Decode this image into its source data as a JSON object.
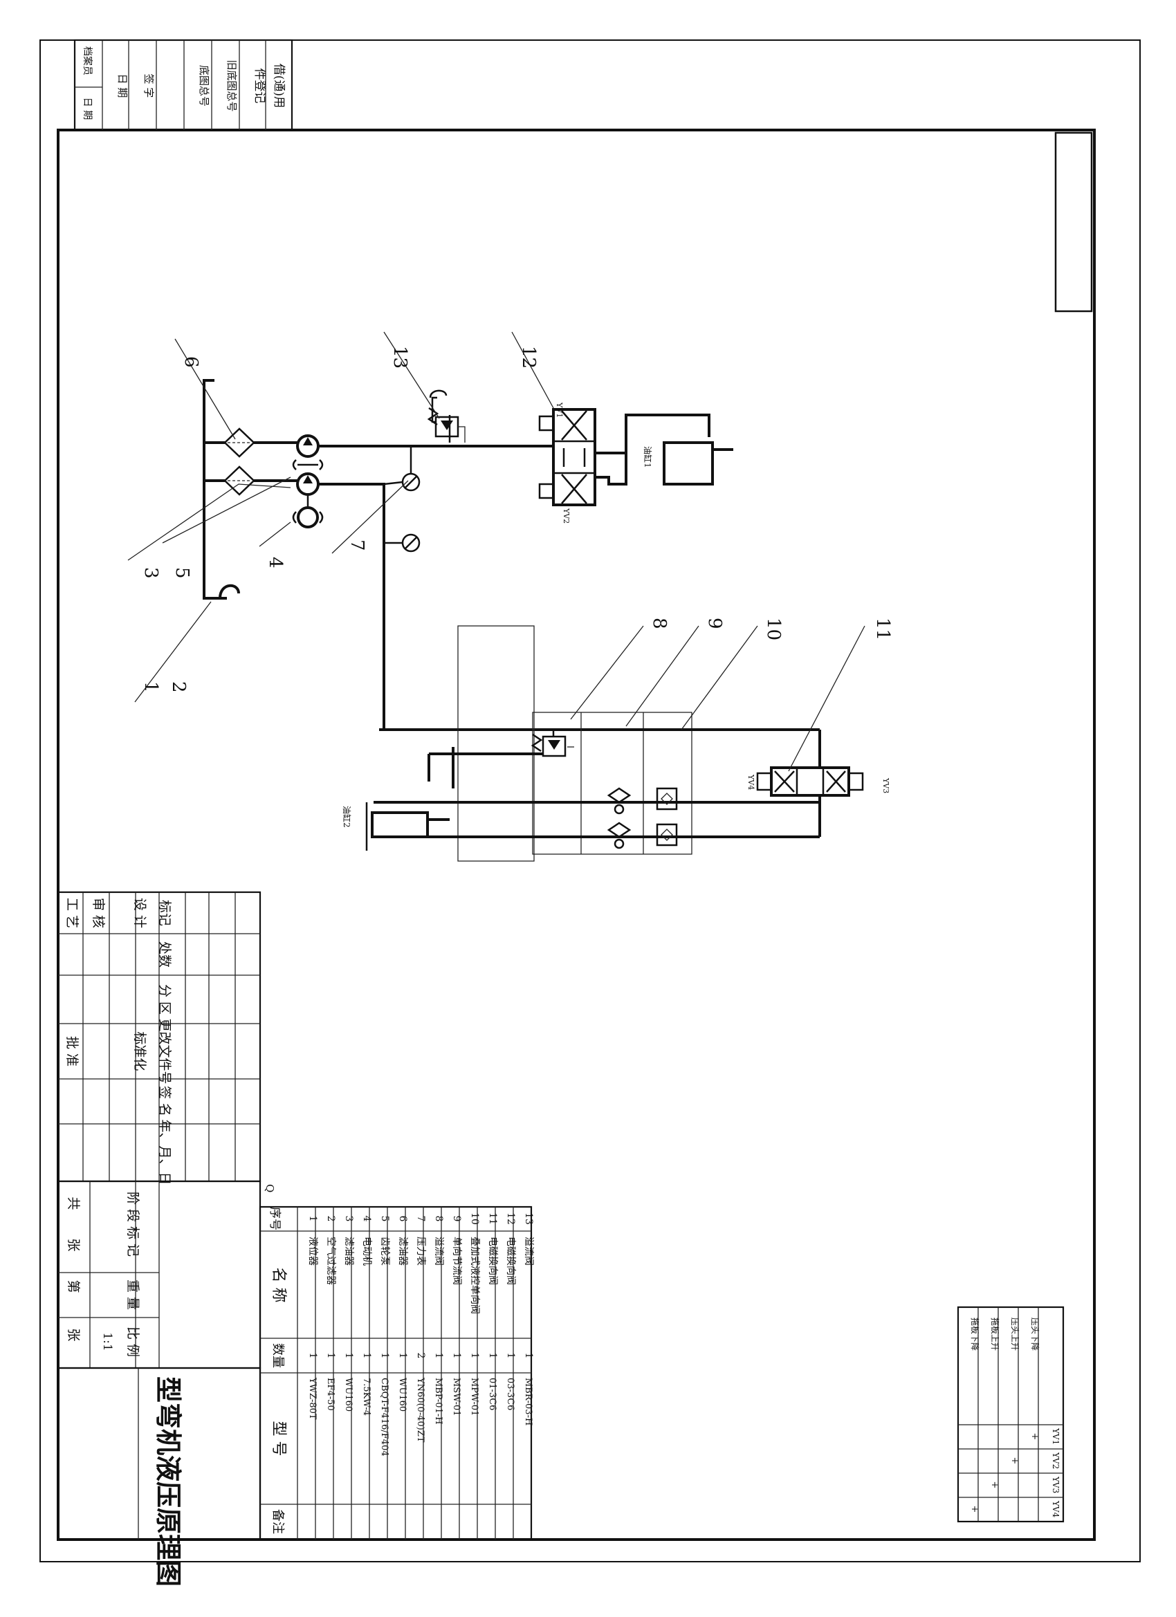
{
  "drawing": {
    "title": "型弯机液压原理图",
    "scale": "1:1",
    "page_mark": "Q"
  },
  "side_strip": {
    "labels": [
      "借(通)用",
      "件登记",
      "旧底图总号",
      "底图总号",
      "签 字",
      "日 期",
      "档案员",
      "日 期"
    ]
  },
  "callouts": [
    "1",
    "2",
    "3",
    "4",
    "5",
    "6",
    "7",
    "8",
    "9",
    "10",
    "11",
    "12",
    "13"
  ],
  "components": {
    "cylinder1_label": "油缸1",
    "cylinder2_label": "油缸2",
    "solenoids": [
      "YV1",
      "YV2",
      "YV3",
      "YV4"
    ]
  },
  "title_block": {
    "headers": [
      "标记",
      "处数",
      "分 区",
      "更改文件号",
      "签 名",
      "年、月、日"
    ],
    "rows": [
      "设 计",
      "审 核",
      "工 艺"
    ],
    "standardization": "标准化",
    "approve": "批 准",
    "stage_mark": "阶 段 标 记",
    "weight": "重 量",
    "ratio": "比 例",
    "sheets_total": "共",
    "sheets_unit": "张",
    "sheet_no": "第",
    "sheet_unit": "张"
  },
  "parts_list": {
    "headers": {
      "no": "序号",
      "name": "名 称",
      "qty": "数量",
      "model": "型 号",
      "remark": "备注"
    },
    "rows": [
      {
        "no": "13",
        "name": "溢流阀",
        "qty": "1",
        "model": "MBR-03-H"
      },
      {
        "no": "12",
        "name": "电磁换向阀",
        "qty": "1",
        "model": "03-3C6"
      },
      {
        "no": "11",
        "name": "电磁换向阀",
        "qty": "1",
        "model": "01-3C6"
      },
      {
        "no": "10",
        "name": "叠加式液控单向阀",
        "qty": "1",
        "model": "MPW-01"
      },
      {
        "no": "9",
        "name": "单向节流阀",
        "qty": "1",
        "model": "MSW-01"
      },
      {
        "no": "8",
        "name": "溢流阀",
        "qty": "1",
        "model": "MBP-01-H"
      },
      {
        "no": "7",
        "name": "压力表",
        "qty": "2",
        "model": "YN60(0-40)ZT"
      },
      {
        "no": "6",
        "name": "滤油器",
        "qty": "1",
        "model": "WU160"
      },
      {
        "no": "5",
        "name": "齿轮泵",
        "qty": "1",
        "model": "CBQT-F416/F404"
      },
      {
        "no": "4",
        "name": "电动机",
        "qty": "1",
        "model": "7.5KW-4"
      },
      {
        "no": "3",
        "name": "滤油器",
        "qty": "1",
        "model": "WU160"
      },
      {
        "no": "2",
        "name": "空气过滤器",
        "qty": "1",
        "model": "EF4-50"
      },
      {
        "no": "1",
        "name": "液位器",
        "qty": "1",
        "model": "YWZ-80T"
      }
    ]
  },
  "action_table": {
    "header": [
      "YV1",
      "YV2",
      "YV3",
      "YV4"
    ],
    "rows": [
      {
        "name": "压头下降",
        "mark": "+",
        "col": 0
      },
      {
        "name": "压头上升",
        "mark": "+",
        "col": 1
      },
      {
        "name": "拖板上升",
        "mark": "+",
        "col": 2
      },
      {
        "name": "拖板下降",
        "mark": "+",
        "col": 3
      }
    ]
  }
}
